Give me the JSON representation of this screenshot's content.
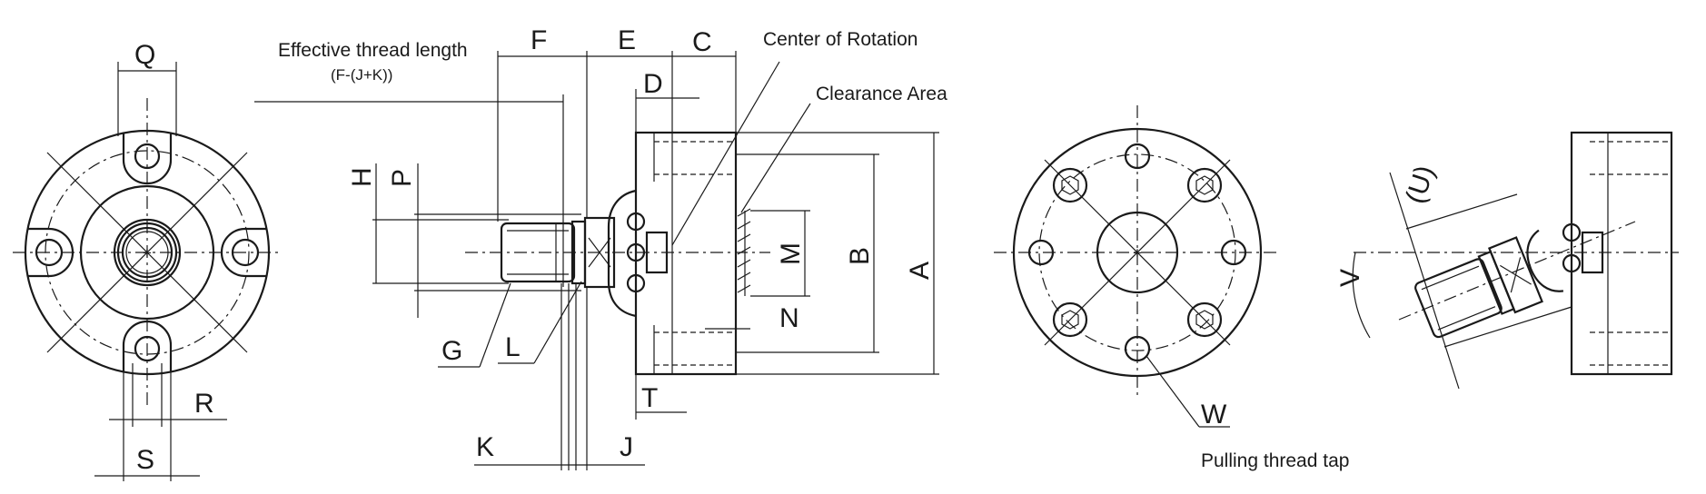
{
  "labels": {
    "Q": "Q",
    "R": "R",
    "S": "S",
    "F": "F",
    "E": "E",
    "C": "C",
    "D": "D",
    "H": "H",
    "P": "P",
    "M": "M",
    "B": "B",
    "A": "A",
    "N": "N",
    "G": "G",
    "L": "L",
    "T": "T",
    "K": "K",
    "J": "J",
    "W": "W",
    "U": "(U)",
    "V": "V"
  },
  "notes": {
    "effective_thread_length_line1": "Effective thread length",
    "effective_thread_length_line2": "(F-(J+K))",
    "center_of_rotation": "Center of Rotation",
    "clearance_area": "Clearance Area",
    "pulling_thread_tap": "Pulling thread tap"
  }
}
